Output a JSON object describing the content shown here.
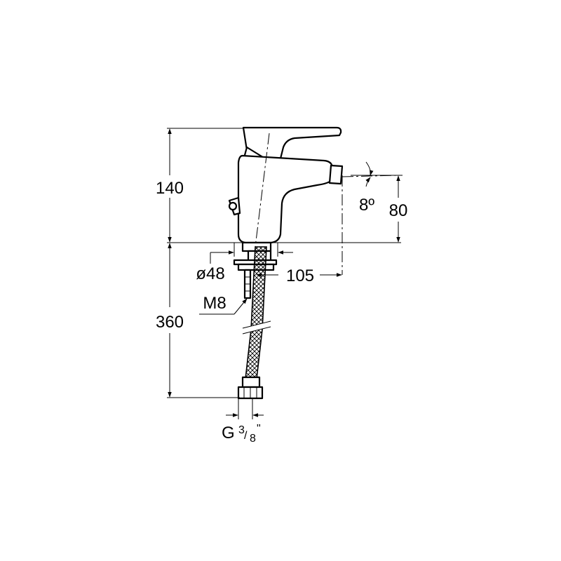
{
  "dimensions": {
    "height_upper": "140",
    "height_lower": "360",
    "angle": "8º",
    "outlet_height": "80",
    "base_diameter": "ø48",
    "spout_reach": "105",
    "rod_thread": "M8",
    "connection_prefix": "G",
    "connection_numerator": "3",
    "connection_denominator": "8",
    "connection_inch": "\""
  }
}
